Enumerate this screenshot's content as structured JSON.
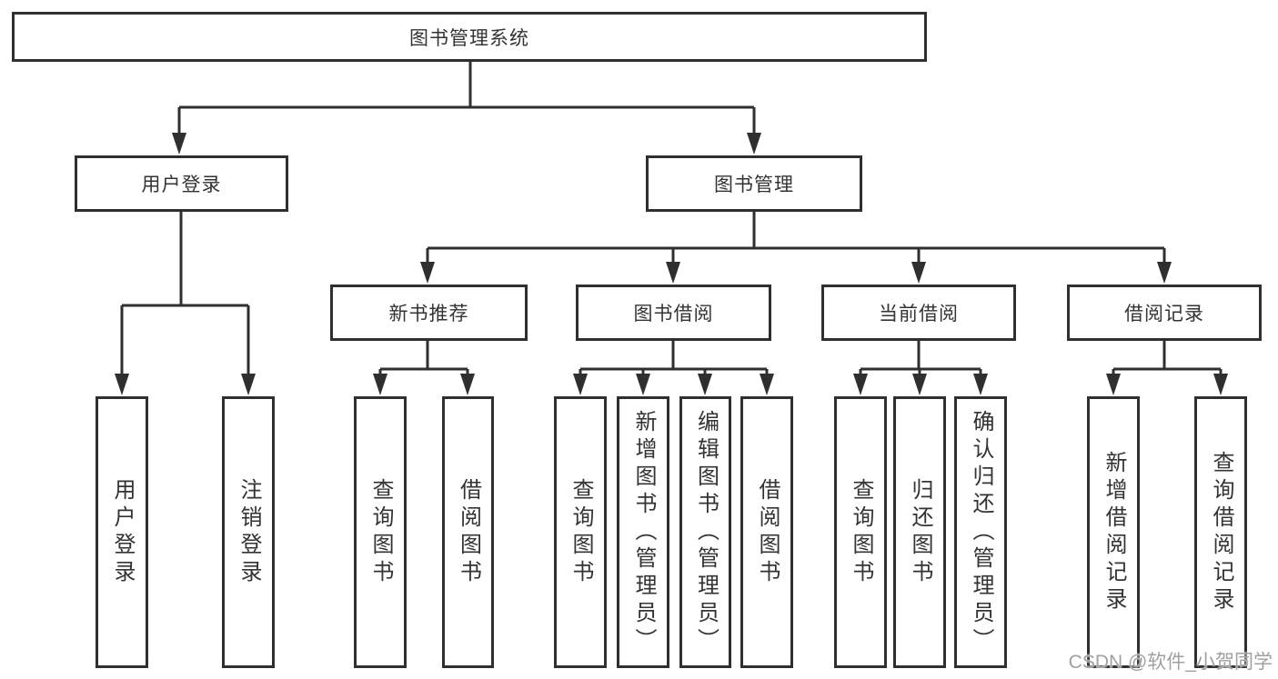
{
  "tree": {
    "label": "图书管理系统",
    "children": [
      {
        "label": "用户登录",
        "children": [
          {
            "label": "用户登录"
          },
          {
            "label": "注销登录"
          }
        ]
      },
      {
        "label": "图书管理",
        "children": [
          {
            "label": "新书推荐",
            "children": [
              {
                "label": "查询图书"
              },
              {
                "label": "借阅图书"
              }
            ]
          },
          {
            "label": "图书借阅",
            "children": [
              {
                "label": "查询图书"
              },
              {
                "label": "新增图书（管理员）"
              },
              {
                "label": "编辑图书（管理员）"
              },
              {
                "label": "借阅图书"
              }
            ]
          },
          {
            "label": "当前借阅",
            "children": [
              {
                "label": "查询图书"
              },
              {
                "label": "归还图书"
              },
              {
                "label": "确认归还（管理员）"
              }
            ]
          },
          {
            "label": "借阅记录",
            "children": [
              {
                "label": "新增借阅记录"
              },
              {
                "label": "查询借阅记录"
              }
            ]
          }
        ]
      }
    ]
  },
  "watermark": "CSDN @软件_小贺同学",
  "colors": {
    "line": "#2f2f2f",
    "box_border": "#2f2f2f",
    "text": "#333333",
    "watermark": "#a0a0a0",
    "background": "#ffffff"
  }
}
